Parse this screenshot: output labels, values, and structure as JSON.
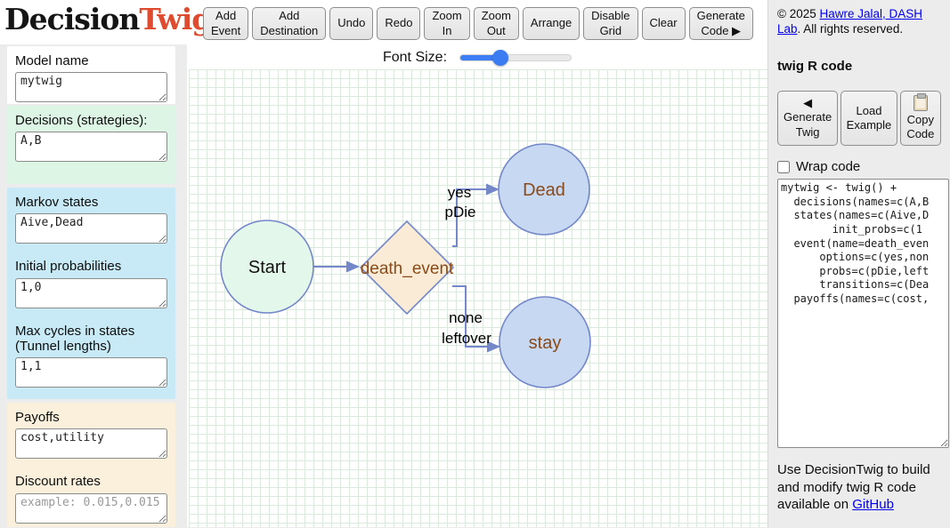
{
  "logo": {
    "part1": "Decision",
    "part2": "Twig"
  },
  "toolbar": {
    "buttons": [
      {
        "label": "Add\nEvent"
      },
      {
        "label": "Add\nDestination"
      },
      {
        "label": "Undo"
      },
      {
        "label": "Redo"
      },
      {
        "label": "Zoom\nIn"
      },
      {
        "label": "Zoom\nOut"
      },
      {
        "label": "Arrange"
      },
      {
        "label": "Disable\nGrid"
      },
      {
        "label": "Clear"
      },
      {
        "label": "Generate\nCode ▶"
      }
    ]
  },
  "sidebar": {
    "model": {
      "label": "Model name",
      "value": "mytwig"
    },
    "decisions": {
      "label": "Decisions (strategies):",
      "value": "A,B"
    },
    "markov": {
      "label": "Markov states",
      "value": "Aive,Dead"
    },
    "init_probs": {
      "label": "Initial probabilities",
      "value": "1,0"
    },
    "max_cycles": {
      "label": "Max cycles in states\n(Tunnel lengths)",
      "value": "1,1"
    },
    "payoffs": {
      "label": "Payoffs",
      "value": "cost,utility"
    },
    "discount": {
      "label": "Discount rates",
      "value": "",
      "placeholder": "example: 0.015,0.015"
    }
  },
  "canvas": {
    "font_size_label": "Font Size:",
    "nodes": {
      "start": "Start",
      "event": "death_event",
      "dead": "Dead",
      "stay": "stay"
    },
    "edge_labels": {
      "yes": "yes",
      "pdie": "pDie",
      "none": "none",
      "leftover": "leftover"
    }
  },
  "right_panel": {
    "copyright": {
      "prefix": "© 2025 ",
      "link": "Hawre Jalal, DASH Lab",
      "suffix": ". All rights reserved."
    },
    "heading": "twig R code",
    "buttons": {
      "generate_icon": "◀",
      "generate": "Generate\nTwig",
      "load": "Load\nExample",
      "copy": "Copy\nCode"
    },
    "wrap_label": "Wrap code",
    "code": "mytwig <- twig() +\n  decisions(names=c(A,B\n  states(names=c(Aive,D\n        init_probs=c(1\n  event(name=death_even\n      options=c(yes,non\n      probs=c(pDie,left\n      transitions=c(Dea\n  payoffs(names=c(cost,",
    "footer": {
      "text": "Use DecisionTwig to build and modify twig R code available on ",
      "link": "GitHub"
    }
  },
  "colors": {
    "logo_red": "#df4b2e",
    "slider_blue": "#3b7cf2",
    "node_stroke": "#7487c9",
    "start_fill": "#e4f7eb",
    "state_fill": "#c7d8f3",
    "event_fill": "#f9ebd6",
    "node_text_brown": "#8a4a19",
    "section_green": "#ddf5e4",
    "section_blue": "#c7eaf6",
    "section_tan": "#faf0dc",
    "link_blue": "#0000ee",
    "grid_line": "#dce9dd"
  }
}
